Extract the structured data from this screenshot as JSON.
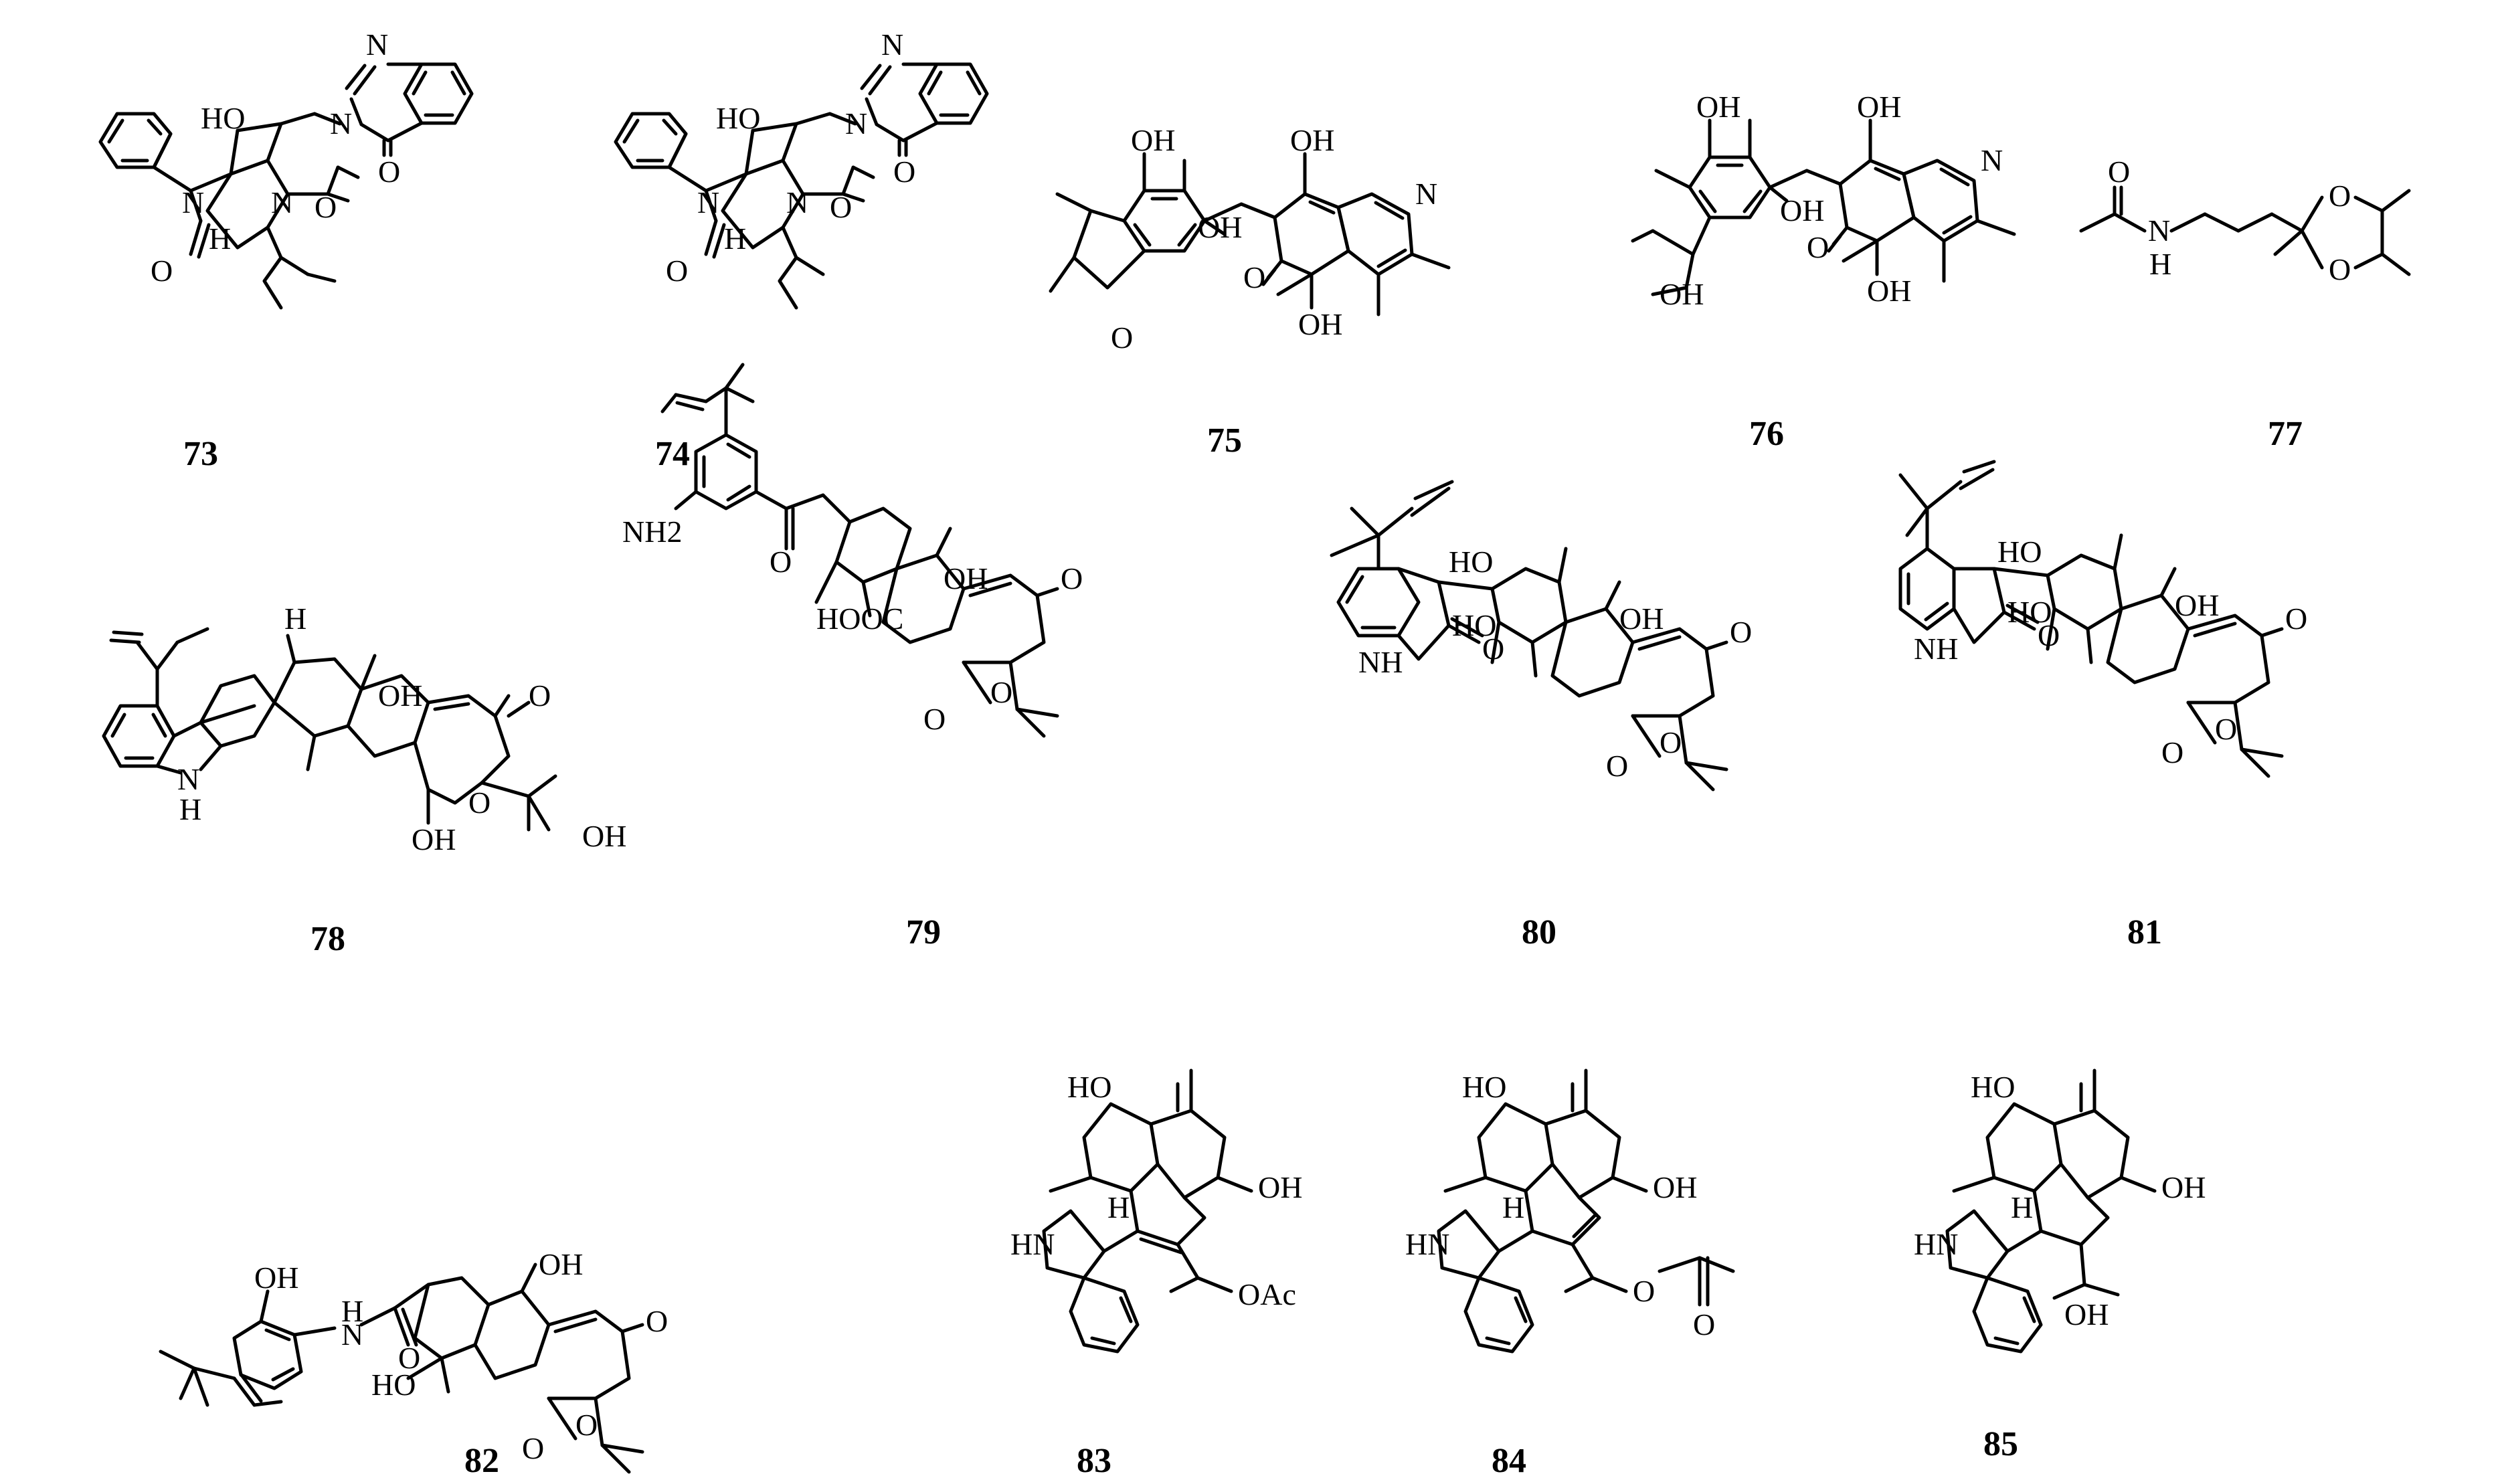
{
  "compounds": [
    {
      "id": "73",
      "labels": [
        "N",
        "N",
        "O",
        "HO",
        "O",
        "N",
        "N",
        "H",
        "O"
      ]
    },
    {
      "id": "74",
      "labels": [
        "N",
        "N",
        "O",
        "HO",
        "O",
        "N",
        "N",
        "H",
        "O"
      ]
    },
    {
      "id": "75",
      "labels": [
        "OH",
        "OH",
        "OH",
        "N",
        "O",
        "OH",
        "O"
      ]
    },
    {
      "id": "76",
      "labels": [
        "OH",
        "OH",
        "OH",
        "N",
        "O",
        "OH",
        "OH"
      ]
    },
    {
      "id": "77",
      "labels": [
        "O",
        "N",
        "H",
        "O",
        "O"
      ]
    },
    {
      "id": "78",
      "labels": [
        "H",
        "OH",
        "O",
        "N",
        "H",
        "OH",
        "O",
        "OH"
      ]
    },
    {
      "id": "79",
      "labels": [
        "O",
        "OH",
        "O",
        "NH2",
        "HOOC",
        "O",
        "O"
      ]
    },
    {
      "id": "80",
      "labels": [
        "HO",
        "HO",
        "OH",
        "O",
        "NH",
        "O",
        "O",
        "O"
      ]
    },
    {
      "id": "81",
      "labels": [
        "HO",
        "HO",
        "OH",
        "O",
        "NH",
        "O",
        "O",
        "O"
      ]
    },
    {
      "id": "82",
      "labels": [
        "OH",
        "H",
        "N",
        "O",
        "HO",
        "OH",
        "O",
        "O",
        "O"
      ]
    },
    {
      "id": "83",
      "labels": [
        "HO",
        "H",
        "OH",
        "HN",
        "OAc"
      ]
    },
    {
      "id": "84",
      "labels": [
        "HO",
        "H",
        "OH",
        "HN",
        "O",
        "O"
      ]
    },
    {
      "id": "85",
      "labels": [
        "HO",
        "H",
        "OH",
        "HN",
        "OH"
      ]
    }
  ]
}
